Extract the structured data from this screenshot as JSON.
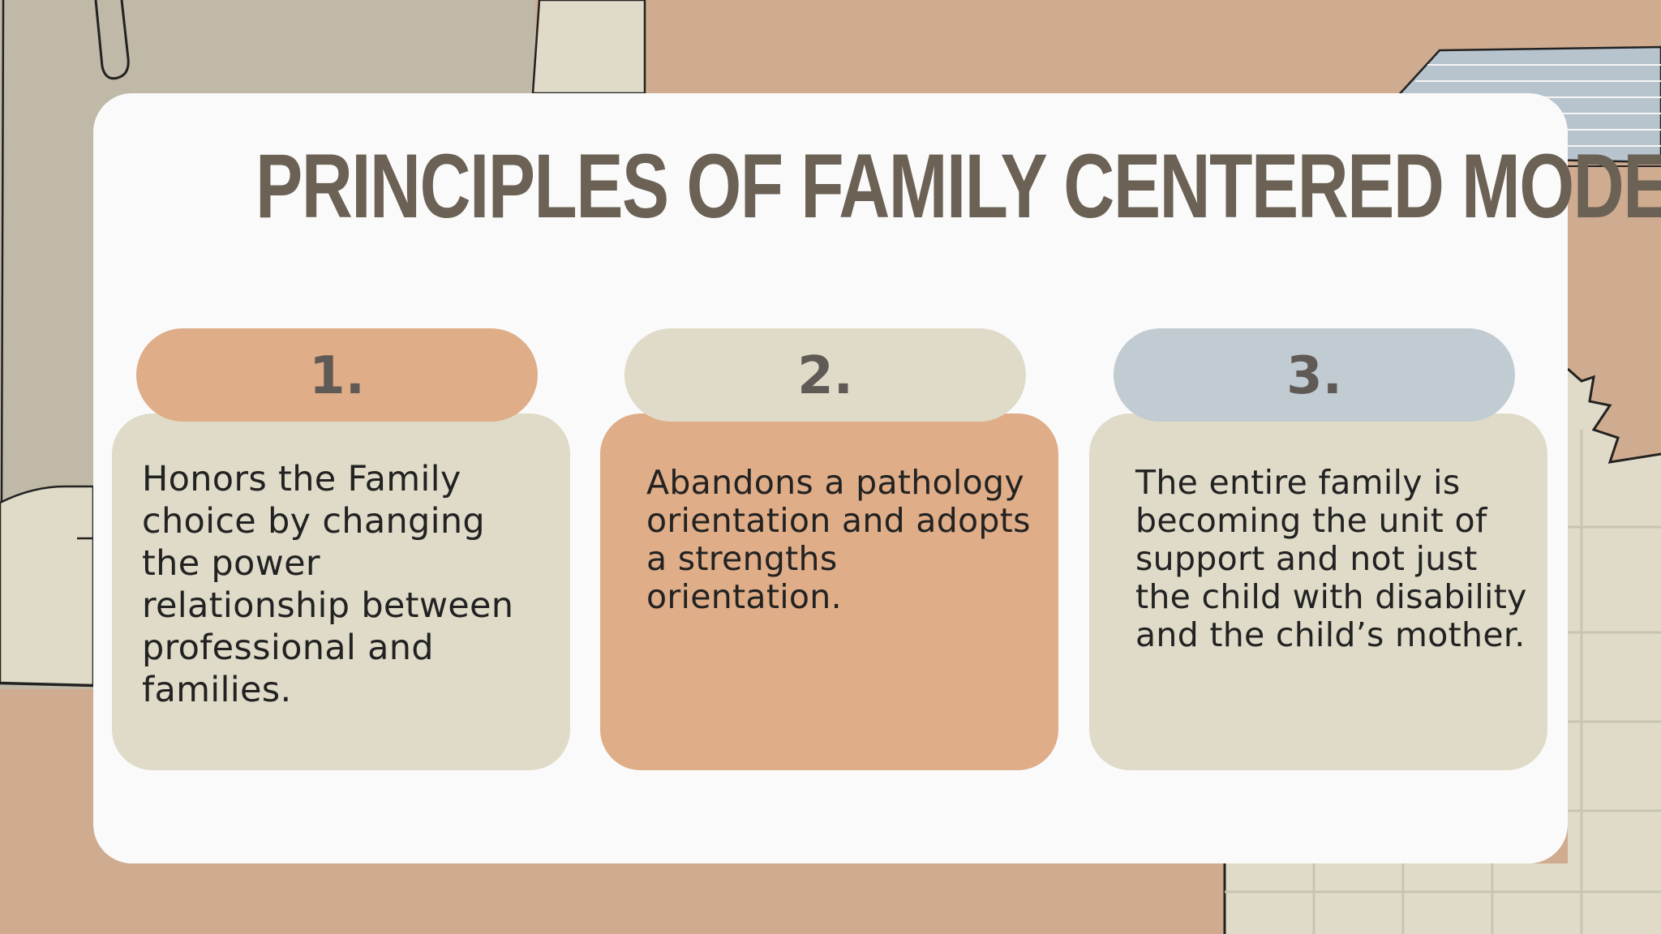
{
  "title": "PRINCIPLES OF FAMILY CENTERED MODEL",
  "colors": {
    "background": "#cfab8f",
    "card": "#fafafa",
    "title": "#6b6155",
    "peach": "#dfad88",
    "beige": "#dfdbc8",
    "blue_gray": "#c0cbd2",
    "text": "#222222"
  },
  "principles": [
    {
      "number": "1.",
      "text": " Honors the Family\nchoice by changing\nthe power\nrelationship between\nprofessional and\nfamilies."
    },
    {
      "number": "2.",
      "text": "Abandons a pathology\norientation and adopts\na strengths\norientation."
    },
    {
      "number": "3.",
      "text": "The entire family is\nbecoming the unit of\nsupport and not just\nthe child with disability\nand the child’s mother."
    }
  ],
  "decorations": [
    "paper-clip-icon",
    "flower-icon",
    "striped-tag",
    "grid-paper"
  ]
}
